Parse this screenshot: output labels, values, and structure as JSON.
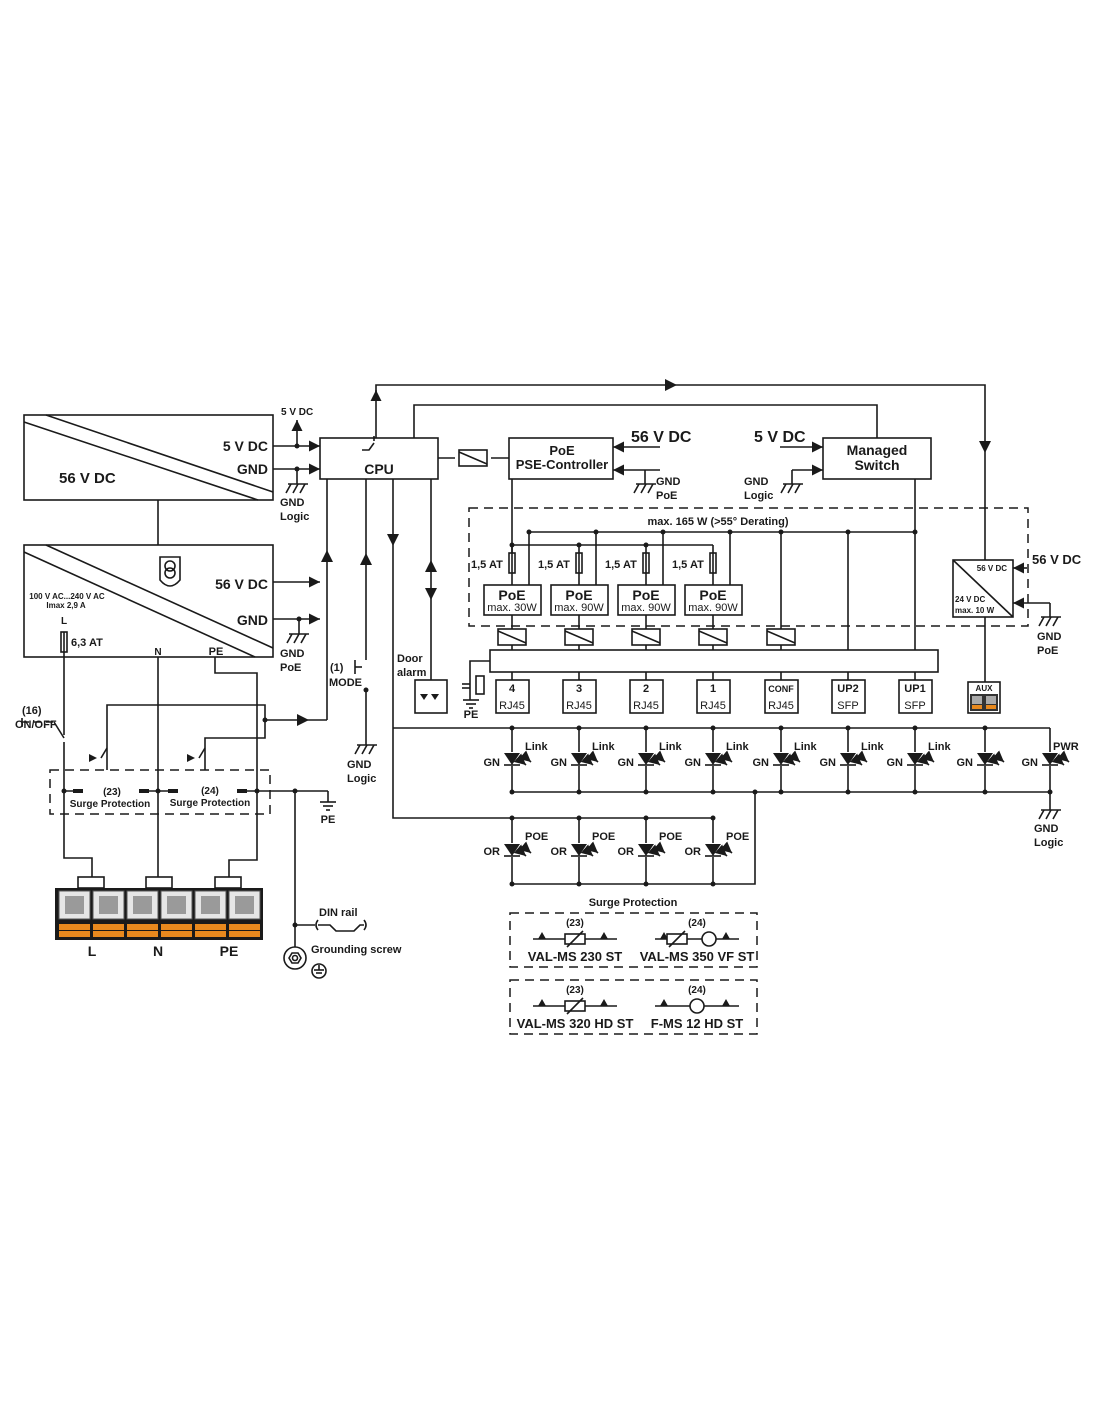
{
  "psu_dc": {
    "title": "56 V DC",
    "out1": "5 V DC",
    "out2": "GND",
    "tap_label": "5 V DC",
    "gnd_label": [
      "GND",
      "Logic"
    ]
  },
  "psu_ac": {
    "out1": "56 V DC",
    "out2": "GND",
    "input_label": "100 V AC...240 V AC",
    "imax": "Imax 2,9 A",
    "l": "L",
    "fuse": "6,3 AT",
    "n": "N",
    "pe": "PE",
    "gnd_label": [
      "GND",
      "PoE"
    ]
  },
  "cpu": {
    "label": "CPU",
    "mode": [
      "(1)",
      "MODE"
    ],
    "gnd_label": [
      "GND",
      "Logic"
    ],
    "door_alarm": [
      "Door",
      "alarm"
    ]
  },
  "pse": {
    "line1": "PoE",
    "line2": "PSE-Controller",
    "supply": "56 V DC",
    "gnd_label": [
      "GND",
      "PoE"
    ]
  },
  "switch": {
    "line1": "Managed",
    "line2": "Switch",
    "supply": "5 V DC",
    "gnd_label": [
      "GND",
      "Logic"
    ]
  },
  "poe_area": {
    "derating": "max. 165 W (>55° Derating)",
    "fuse": "1,5 AT",
    "modules": [
      {
        "title": "PoE",
        "max": "max. 30W"
      },
      {
        "title": "PoE",
        "max": "max. 90W"
      },
      {
        "title": "PoE",
        "max": "max. 90W"
      },
      {
        "title": "PoE",
        "max": "max. 90W"
      }
    ]
  },
  "aux_converter": {
    "in": "56 V DC",
    "out": "24 V DC",
    "max": "max. 10 W",
    "supply": "56 V DC",
    "gnd_label": [
      "GND",
      "PoE"
    ],
    "port": "AUX"
  },
  "ports": [
    {
      "top": "4",
      "bottom": "RJ45"
    },
    {
      "top": "3",
      "bottom": "RJ45"
    },
    {
      "top": "2",
      "bottom": "RJ45"
    },
    {
      "top": "1",
      "bottom": "RJ45"
    },
    {
      "top": "CONF",
      "bottom": "RJ45"
    },
    {
      "top": "UP2",
      "bottom": "SFP"
    },
    {
      "top": "UP1",
      "bottom": "SFP"
    }
  ],
  "port_pe": "PE",
  "leds": {
    "link": [
      {
        "color": "GN",
        "name": "Link"
      },
      {
        "color": "GN",
        "name": "Link"
      },
      {
        "color": "GN",
        "name": "Link"
      },
      {
        "color": "GN",
        "name": "Link"
      },
      {
        "color": "GN",
        "name": "Link"
      },
      {
        "color": "GN",
        "name": "Link"
      },
      {
        "color": "GN",
        "name": "Link"
      },
      {
        "color": "GN",
        "name": ""
      },
      {
        "color": "GN",
        "name": "PWR"
      }
    ],
    "poe": [
      {
        "color": "OR",
        "name": "POE"
      },
      {
        "color": "OR",
        "name": "POE"
      },
      {
        "color": "OR",
        "name": "POE"
      },
      {
        "color": "OR",
        "name": "POE"
      }
    ],
    "gnd_label": [
      "GND",
      "Logic"
    ]
  },
  "mains": {
    "onoff": [
      "(16)",
      "ON/OFF"
    ],
    "surge1": [
      "(23)",
      "Surge Protection"
    ],
    "surge2": [
      "(24)",
      "Surge Protection"
    ],
    "pe": "PE",
    "din_rail": "DIN rail",
    "grounding_screw": "Grounding screw",
    "terminals": [
      "L",
      "N",
      "PE"
    ]
  },
  "surge_legend": {
    "title": "Surge Protection",
    "items": [
      {
        "num": "(23)",
        "name": "VAL-MS 230 ST"
      },
      {
        "num": "(24)",
        "name": "VAL-MS 350 VF ST"
      },
      {
        "num": "(23)",
        "name": "VAL-MS 320 HD ST"
      },
      {
        "num": "(24)",
        "name": "F-MS 12 HD ST"
      }
    ]
  },
  "colors": {
    "terminal_orange": "#e8891e",
    "terminal_grey": "#9a9a9a"
  }
}
